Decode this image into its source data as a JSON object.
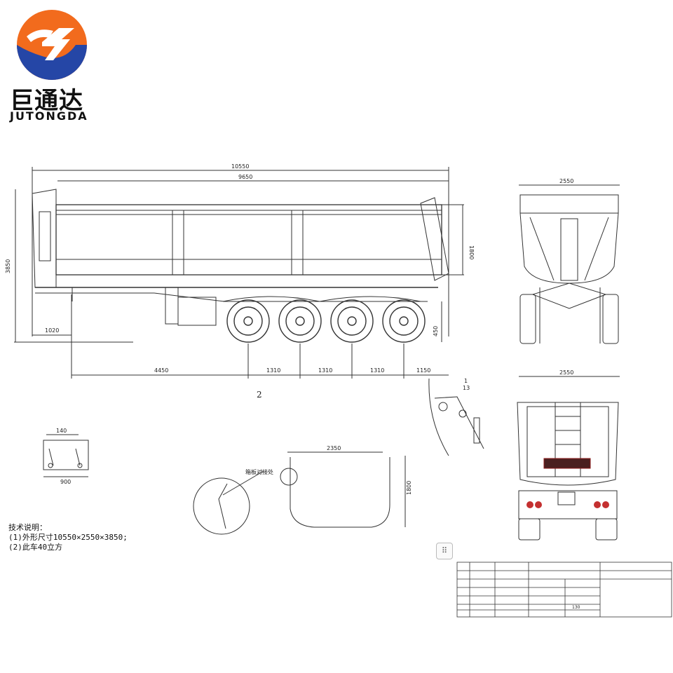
{
  "brand": {
    "name_cn": "巨通达",
    "name_en": "JUTONGDA",
    "colors": {
      "orange": "#f26b1d",
      "blue": "#2546a6",
      "dark": "#111111"
    }
  },
  "side_view": {
    "dims": {
      "overall_length": "10550",
      "body_length": "9650",
      "height": "3850",
      "body_height": "1800",
      "front_overhang": "1020",
      "ground_clearance": "450",
      "kingpin_to_axle": "4450",
      "axle_spacing_1": "1310",
      "axle_spacing_2": "1310",
      "axle_spacing_3": "1310",
      "rear_overhang": "1150"
    },
    "figure_number": "2"
  },
  "front_view": {
    "width": "2550"
  },
  "rear_view": {
    "width": "2550"
  },
  "detail_a": {
    "scale_top": "1",
    "scale_bottom": "13"
  },
  "kingpin_detail": {
    "top": "140",
    "bottom": "900"
  },
  "cross_section": {
    "width": "2350",
    "height": "1800",
    "callout": "箱板对接处"
  },
  "notes": {
    "heading": "技术说明：",
    "line1": "(1)外形尺寸10550×2550×3850;",
    "line2": "(2)此车40立方"
  },
  "toolbar": {
    "grip_icon": "⠿"
  },
  "title_block": {
    "number": "130"
  }
}
